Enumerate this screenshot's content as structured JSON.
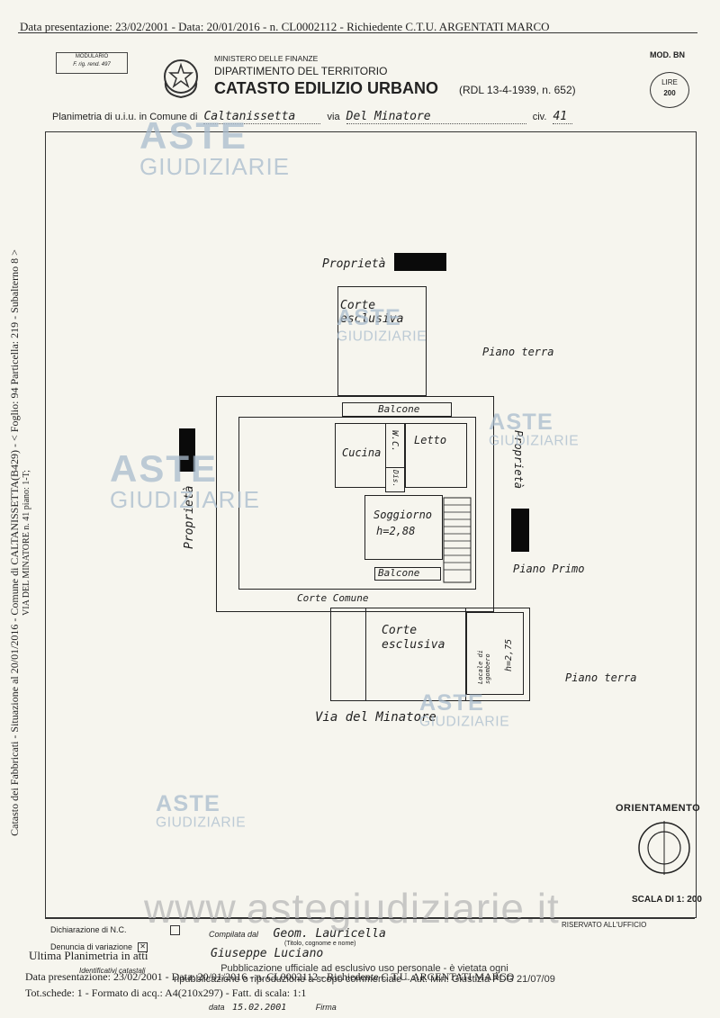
{
  "header": {
    "top_line": "Data presentazione: 23/02/2001 - Data: 20/01/2016 - n. CL0002112 - Richiedente C.T.U. ARGENTATI MARCO",
    "modulario": "MODULARIO",
    "modulario_sub": "F. rig. rend. 497",
    "ministry": "MINISTERO DELLE FINANZE",
    "department": "DIPARTIMENTO DEL TERRITORIO",
    "catasto": "CATASTO EDILIZIO URBANO",
    "catasto_ref": "(RDL 13-4-1939, n. 652)",
    "mod": "MOD. BN",
    "lire": "LIRE",
    "lire_value": "200",
    "plan_prefix": "Planimetria di u.i.u. in Comune di",
    "comune": "Caltanissetta",
    "via_label": "via",
    "via": "Del Minatore",
    "civ_label": "civ.",
    "civ": "41"
  },
  "side_text": "Catasto dei Fabbricati - Situazione al 20/01/2016 - Comune di CALTANISSETTA(B429) - < Foglio: 94 Particella: 219 - Subalterno 8 >",
  "side_text_2": "VIA DEL MINATORE n. 41 piano: 1-T;",
  "plan": {
    "proprieta_top": "Proprietà",
    "proprieta_left": "Proprietà",
    "proprieta_right": "Proprietà",
    "corte_esclusiva_top": "Corte esclusiva",
    "piano_terra_1": "Piano terra",
    "balcone_top": "Balcone",
    "cucina": "Cucina",
    "wc": "W.C.",
    "letto": "Letto",
    "disimpegno": "Dis.",
    "soggiorno": "Soggiorno",
    "soggiorno_h": "h=2,88",
    "balcone_bottom": "Balcone",
    "piano_primo": "Piano Primo",
    "corte_comune": "Corte Comune",
    "corte_esclusiva_bottom": "Corte esclusiva",
    "locale": "Locale di sgombero",
    "locale_h": "h=2,75",
    "piano_terra_2": "Piano terra",
    "street": "Via del Minatore",
    "orientamento": "ORIENTAMENTO",
    "scala": "SCALA DI 1: 200"
  },
  "watermark": {
    "aste": "ASTE",
    "giudiziarie": "GIUDIZIARIE",
    "site": "www.astegiudiziarie.it"
  },
  "footer": {
    "dichiarazione": "Dichiarazione di N.C.",
    "denuncia": "Denuncia di variazione",
    "ultima": "Ultima Planimetria in atti",
    "identificativi": "Identificativi catastali",
    "compilata": "Compilata dal",
    "compilatore_1": "Geom. Lauricella",
    "compilatore_note": "(Titolo, cognome e nome)",
    "compilatore_2": "Giuseppe Luciano",
    "riservato": "RISERVATO ALL'UFFICIO",
    "pub_note_1": "Pubblicazione ufficiale ad esclusivo uso personale - è vietata ogni",
    "pub_note_2": "ripubblicazione o riproduzione a scopo commerciale - Aut. Min. Giustizia PDG 21/07/09",
    "bottom_data": "Data presentazione: 23/02/2001 - Data: 20/01/2016 - n. CL0002112 - Richiedente C.T.U. ARGENTATI MARCO",
    "tot": "Tot.schede: 1 - Formato di acq.: A4(210x297) - Fatt. di scala: 1:1",
    "data_label": "data",
    "data_value": "15.02.2001",
    "firma_label": "Firma"
  }
}
